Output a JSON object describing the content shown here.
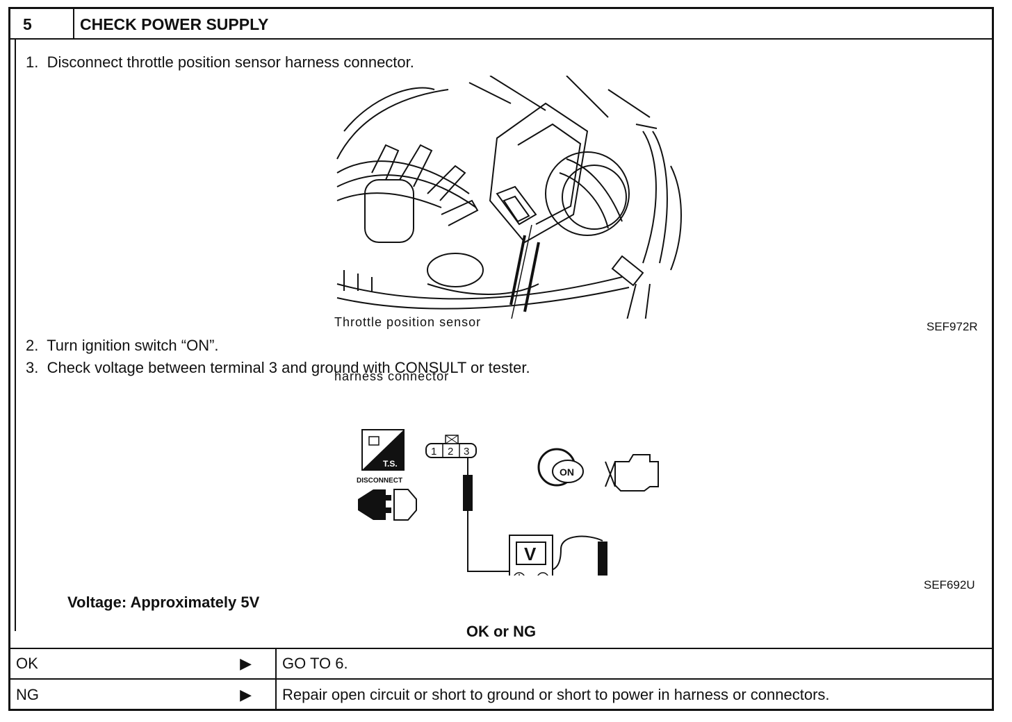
{
  "header": {
    "step_number": "5",
    "title": "CHECK POWER SUPPLY"
  },
  "steps": [
    {
      "num": "1.",
      "text": "Disconnect throttle position sensor harness connector."
    },
    {
      "num": "2.",
      "text": "Turn ignition switch “ON”."
    },
    {
      "num": "3.",
      "text": "Check voltage between terminal 3 and ground with CONSULT or tester."
    }
  ],
  "figure1": {
    "callout_line1": "Throttle position sensor",
    "callout_line2": "harness connector",
    "code": "SEF972R"
  },
  "figure2": {
    "ts_label": "T.S.",
    "disconnect_label": "DISCONNECT",
    "terminals": [
      "1",
      "2",
      "3"
    ],
    "meter_label": "V",
    "ignition_label": "ON",
    "code": "SEF692U"
  },
  "spec": "Voltage: Approximately 5V",
  "result_heading": "OK or NG",
  "results": [
    {
      "key": "OK",
      "action": "GO TO 6."
    },
    {
      "key": "NG",
      "action": "Repair open circuit or short to ground or short to power in harness or connectors."
    }
  ],
  "arrow_glyph": "▶"
}
